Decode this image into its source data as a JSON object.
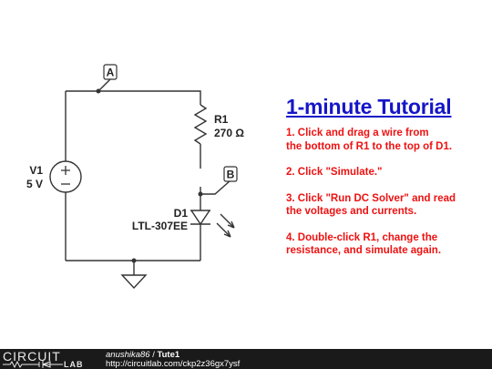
{
  "schematic": {
    "node_a": "A",
    "node_b": "B",
    "v1_name": "V1",
    "v1_value": "5 V",
    "r1_name": "R1",
    "r1_value": "270 Ω",
    "d1_name": "D1",
    "d1_value": "LTL-307EE"
  },
  "tutorial": {
    "title": "1-minute Tutorial",
    "steps": [
      "1. Click and drag a wire from\nthe bottom of R1 to the top of D1.",
      "2. Click \"Simulate.\"",
      "3. Click \"Run DC Solver\" and read\nthe voltages and currents.",
      "4. Double-click R1, change the\nresistance, and simulate again."
    ]
  },
  "footer": {
    "logo_top": "CIRCUIT",
    "logo_bottom": "LAB",
    "author": "anushika86",
    "separator": " / ",
    "title": "Tute1",
    "url": "http://circuitlab.com/ckp2z36gx7ysf"
  }
}
